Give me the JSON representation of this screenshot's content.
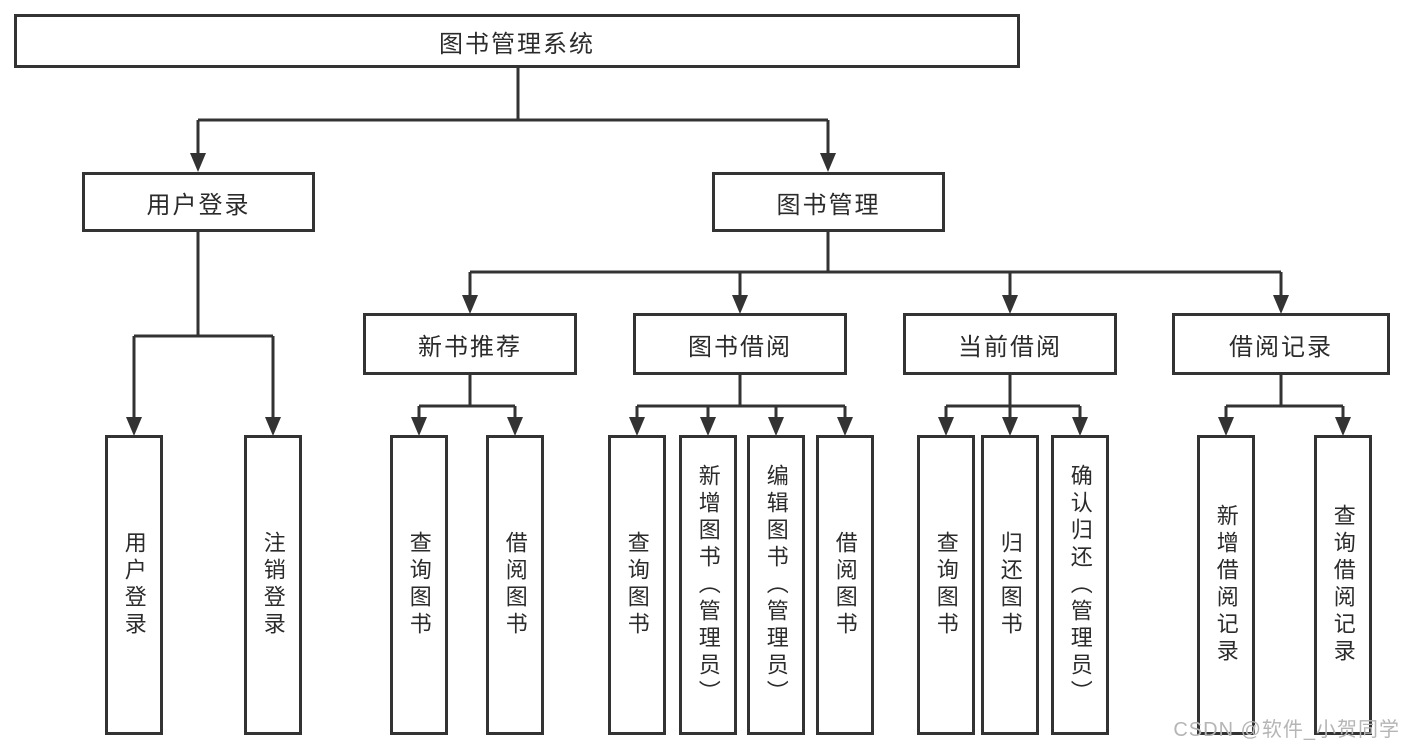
{
  "diagram": {
    "title": "图书管理系统",
    "root": {
      "label": "图书管理系统"
    },
    "level2": [
      {
        "label": "用户登录"
      },
      {
        "label": "图书管理"
      }
    ],
    "level3": [
      {
        "label": "新书推荐"
      },
      {
        "label": "图书借阅"
      },
      {
        "label": "当前借阅"
      },
      {
        "label": "借阅记录"
      }
    ],
    "leaves": {
      "user_login": [
        "用户登录",
        "注销登录"
      ],
      "new_book": [
        "查询图书",
        "借阅图书"
      ],
      "book_borrow": [
        "查询图书",
        "新增图书（管理员）",
        "编辑图书（管理员）",
        "借阅图书"
      ],
      "current_borrow": [
        "查询图书",
        "归还图书",
        "确认归还（管理员）"
      ],
      "borrow_record": [
        "新增借阅记录",
        "查询借阅记录"
      ]
    },
    "line_color": "#333333"
  },
  "watermark": "CSDN @软件_小贺同学"
}
